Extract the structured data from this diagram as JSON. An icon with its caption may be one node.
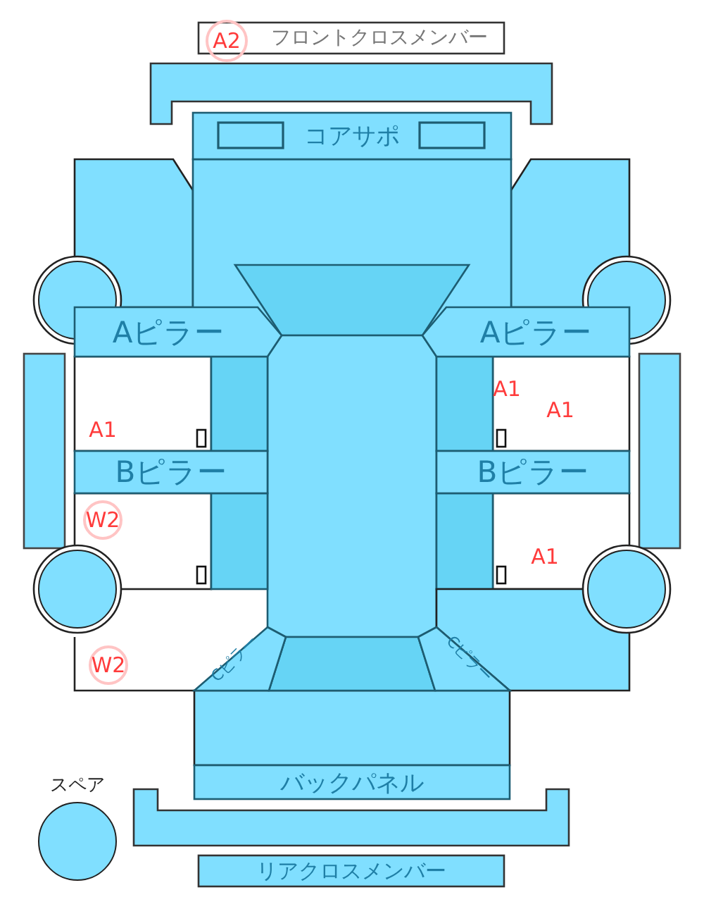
{
  "diagram": {
    "nodes": [
      {
        "text": [
          "フロントクロスメンバー"
        ]
      },
      {
        "text": [
          "A2"
        ]
      },
      {
        "text": [
          "コアサポ"
        ]
      },
      {
        "text": [],
        "shape": "circle"
      },
      {
        "text": [],
        "shape": "circle"
      },
      {
        "text": [
          "Aピラー"
        ]
      },
      {
        "text": [
          "Aピラー"
        ]
      },
      {
        "text": [
          "Bピラー"
        ]
      },
      {
        "text": [
          "Bピラー"
        ]
      },
      {
        "text": [
          "W2"
        ]
      },
      {
        "text": [],
        "shape": "circle"
      },
      {
        "text": [],
        "shape": "circle"
      },
      {
        "text": [
          "Cピラー"
        ]
      },
      {
        "text": [
          "Cピラー"
        ]
      },
      {
        "text": [
          "W2"
        ]
      },
      {
        "text": [
          "バックパネル"
        ]
      },
      {
        "text": [],
        "shape": "circle",
        "beside": [
          "スペア"
        ]
      },
      {
        "text": [
          "リアクロスメンバー"
        ]
      }
    ],
    "labels": [
      "A1",
      "A1",
      "A1",
      "A1"
    ]
  }
}
